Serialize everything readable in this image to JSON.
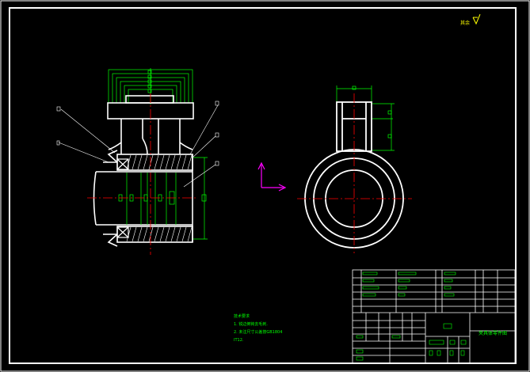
{
  "colors": {
    "background": "#000000",
    "outline": "#ffffff",
    "centerline": "#ff0000",
    "dimension": "#00ff00",
    "leader": "#ffffff",
    "axis": "#ff00ff",
    "marks": "#ffff00"
  },
  "notes": {
    "title": "技术要求",
    "line1": "1. 锐边倒钝去毛刺.",
    "line2": "2. 未注尺寸公差按GB1804",
    "line3": "IT12."
  },
  "title_block": {
    "part_name": "夹具体零件图"
  },
  "roughness_mark": "其余"
}
